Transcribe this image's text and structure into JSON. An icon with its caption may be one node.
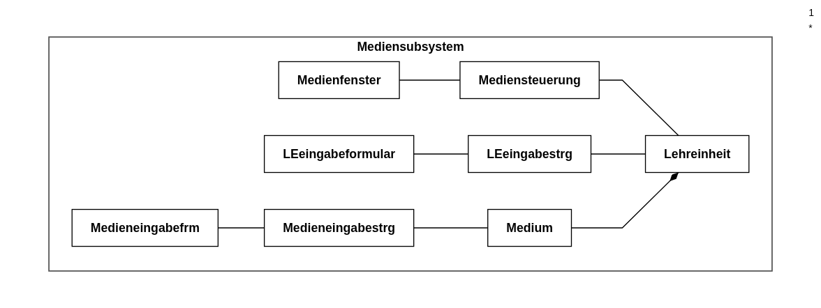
{
  "diagram": {
    "nodes": [
      {
        "text": [
          "Mediensubsystem"
        ]
      },
      {
        "text": [
          "Medienfenster"
        ],
        "in": 0
      },
      {
        "text": [
          "LEeingabeformular"
        ],
        "in": 0
      },
      {
        "text": [
          "Medieneingabefrm"
        ],
        "in": 0
      },
      {
        "text": [
          "Mediensteuerung"
        ],
        "in": 0
      },
      {
        "text": [
          "LEeingabestrg"
        ],
        "in": 0
      },
      {
        "text": [
          "Medieneingabestrg"
        ],
        "in": 0
      },
      {
        "text": [
          "Lehreinheit"
        ],
        "in": 0
      },
      {
        "text": [
          "Medium"
        ],
        "in": 0
      }
    ],
    "edges": [
      {
        "from": 1,
        "to": 4,
        "arrow": "none"
      },
      {
        "from": 2,
        "to": 5,
        "arrow": "none"
      },
      {
        "from": 3,
        "to": 6,
        "arrow": "none"
      },
      {
        "from": 4,
        "to": 7,
        "arrow": "none"
      },
      {
        "from": 5,
        "to": 7,
        "arrow": "none"
      },
      {
        "from": 6,
        "to": 8,
        "arrow": "none"
      },
      {
        "from": 8,
        "to": 7,
        "arrow": "other"
      }
    ],
    "labels": [
      "1",
      "*"
    ]
  }
}
